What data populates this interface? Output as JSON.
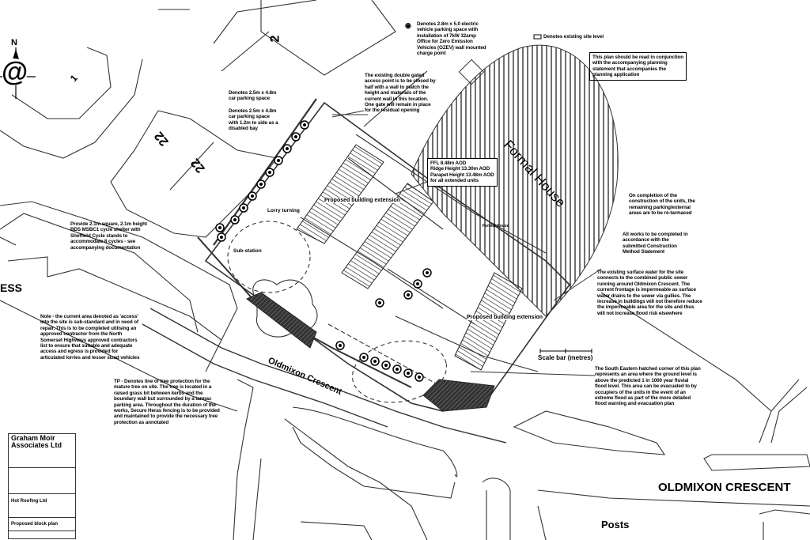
{
  "drawing": {
    "compass": {
      "north_label": "N",
      "logo_glyph": "@"
    },
    "plot_numbers": [
      "1",
      "2",
      "22",
      "22"
    ],
    "road_labels": {
      "oldmixon_crescent_small": "Oldmixon Crescent",
      "oldmixon_crescent_large": "OLDMIXON CRESCENT",
      "posts": "Posts",
      "access_partial": "ESS"
    },
    "building_labels": {
      "formal_house": "Formal House",
      "formal_house_small": "Formal House",
      "proposed_extension_1": "Proposed building extension",
      "proposed_extension_2": "Proposed building extension",
      "lorry_turning": "Lorry turning",
      "sub_station": "Sub-station"
    },
    "levels_box": "FFL 8.48m AOD\nRidge Height 13.30m AOD\nParapet Height 13.48m AOD\nfor all extended units",
    "notes": {
      "ev_parking": "Denotes 2.8m x 5.0 electric\nvehicle parking space with\ninstallation of 7kW 32amp\nOffice for Zero Emission\nVehicles (OZEV) wall mounted\ncharge point",
      "existing_site_level": "Denotes existing site level",
      "read_in_conjunction": "This plan should be read in conjunction\nwith the accompanying planning\nstatement that accompanies the\nplanning application",
      "car_parking": "Denotes 2.5m x 4.8m\ncar parking space",
      "disabled_parking": "Denotes 2.5m x 4.8m\ncar parking space\nwith 1.2m to side as a\ndisabled bay",
      "gated_access": "The existing double gated\naccess point is to be closed by\nhalf with a wall to match the\nheight and materials of the\ncurrent wall in this location.\nOne gate will remain in place\nfor the residual opening",
      "cycle_shelter": "Provide 2.1m square, 2.1m height\nBDS MSBC1 cycle shelter with\nSheffield Cycle stands to\naccommodate 8 cycles - see\naccompanying documentation",
      "retarmac": "On completion of the\nconstruction of the units, the\nremaining parking/external\nareas are to be re-tarmaced",
      "construction_method": "All works to be completed in\naccordance with the\nsubmitted Construction\nMethod Statement",
      "surface_water": "The existing surface water for the site\nconnects to the combined public sewer\nrunning around Oldmixon Crescent.  The\ncurrent frontage is impermeable as surface\nwater drains to the sewer via gullies.  The\nincrease in buildings will not therefore reduce\nthe impermeable area for the site and thus\nwill not increase flood risk elsewhere",
      "access_note": "Note - the current area denoted as 'access'\ninto the site is sub-standard and in need of\nrepair.  This is to be completed utilising an\napproved contractor from the North\nSomerset Highways approved contractors\nlist to ensure that suitable and adequate\naccess and egress is provided for\narticulated lorries and lesser sized vehicles",
      "tree_protection": "TP - Denotes line of tree protection for the\nmature tree on site.  The tree is located in a\nraised grass bit between kerbs and the\nboundary wall but surrounded by a tarmac\nparking area.  Throughout the duration of the\nworks, Secure Heras fencing is to be provided\nand maintained to provide the necessary tree\nprotection as annotated",
      "flood": "The South Eastern hatched corner of this plan\nrepresents an area where the ground level is\nabove the predicted 1 in 1000 year fluvial\nflood level.  This area can be evacuated to by\noccupiers of the units in the event of an\nextreme flood as part of the more detailed\nflood warning and evacuation plan"
    },
    "scale_bar_label": "Scale bar (metres)"
  },
  "title_block": {
    "company": "Graham Moir\nAssociates Ltd",
    "client": "Hot Roofing Ltd",
    "drawing_title": "Proposed block plan"
  }
}
